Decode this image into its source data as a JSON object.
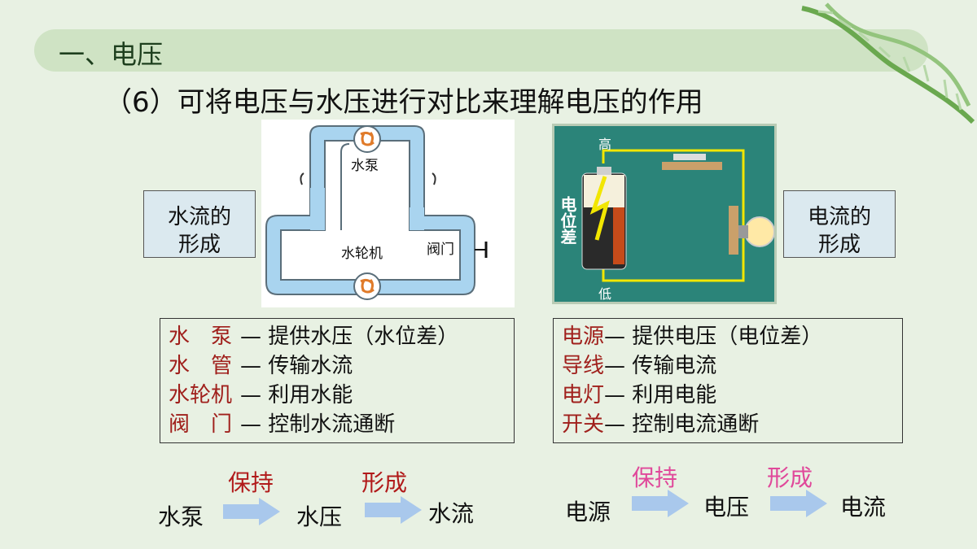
{
  "section_title": "一、电压",
  "subtitle": "（6）可将电压与水压进行对比来理解电压的作用",
  "water_diagram": {
    "pump": "水泵",
    "turbine": "水轮机",
    "valve": "阀门"
  },
  "circuit_diagram": {
    "high": "高",
    "low": "低",
    "potential_diff": "电位差"
  },
  "water_flow_box": {
    "line1": "水流的",
    "line2": "形成"
  },
  "electric_flow_box": {
    "line1": "电流的",
    "line2": "形成"
  },
  "water_list": [
    {
      "term": "水　泵",
      "dash": "—",
      "desc": " 提供水压（水位差）"
    },
    {
      "term": "水　管",
      "dash": "—",
      "desc": " 传输水流"
    },
    {
      "term": "水轮机",
      "dash": "—",
      "desc": " 利用水能"
    },
    {
      "term": "阀　门",
      "dash": "—",
      "desc": " 控制水流通断"
    }
  ],
  "elec_list": [
    {
      "term": "电源",
      "dash": "—",
      "desc": " 提供电压（电位差）"
    },
    {
      "term": "导线",
      "dash": "—",
      "desc": " 传输电流"
    },
    {
      "term": "电灯",
      "dash": "—",
      "desc": " 利用电能"
    },
    {
      "term": "开关",
      "dash": "—",
      "desc": " 控制电流通断"
    }
  ],
  "water_chain": {
    "a": "水泵",
    "verb1": "保持",
    "b": "水压",
    "verb2": "形成",
    "c": "水流"
  },
  "elec_chain": {
    "a": "电源",
    "verb1": "保持",
    "b": "电压",
    "verb2": "形成",
    "c": "电流"
  },
  "colors": {
    "term": "#a0201c",
    "verb_red": "#b11a1a",
    "verb_pink": "#e0489a",
    "arrow": "#a9c8ec",
    "circuit_bg": "#2b8479"
  }
}
